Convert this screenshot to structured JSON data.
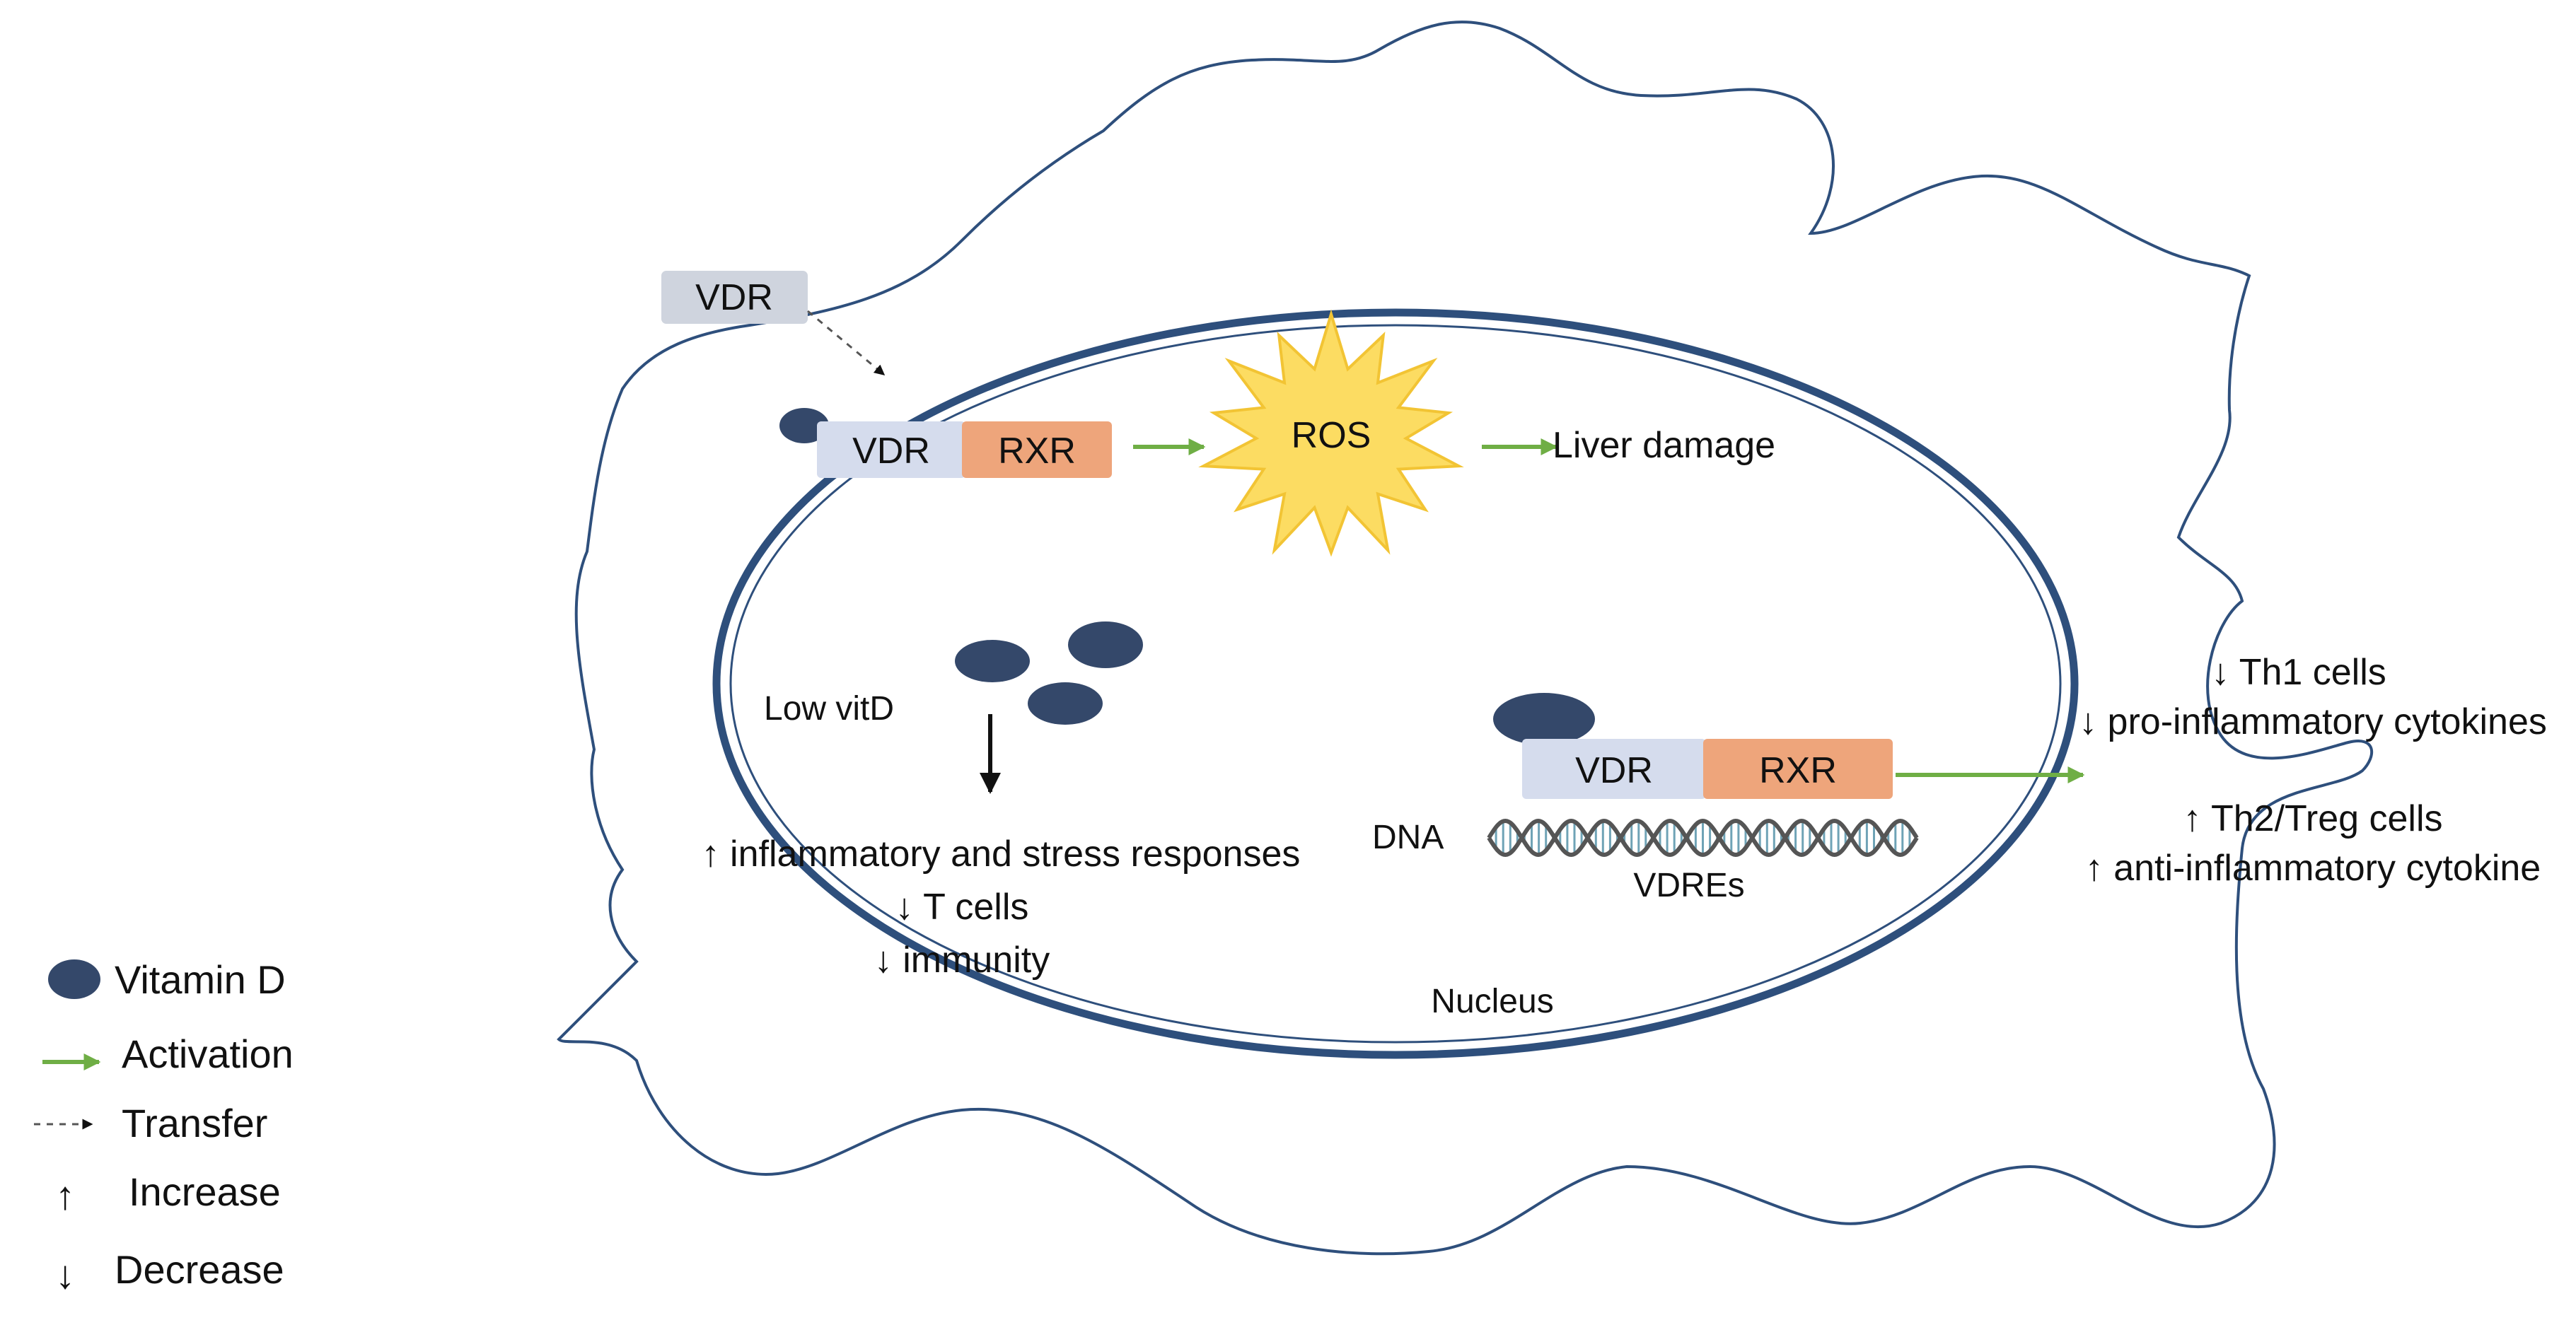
{
  "colors": {
    "membrane": "#2e4f7c",
    "vitamin_d": "#34486a",
    "vdr_box": "#d5dced",
    "vdr_box_top": "#cfd4de",
    "rxr_box": "#eea57b",
    "activation": "#6fae45",
    "ros_fill": "#fcdc62",
    "ros_stroke": "#f2c434",
    "dna": "#555555",
    "dna_rungs": "#6fa3b6"
  },
  "labels": {
    "vdr_outside": "VDR",
    "vdr_top": "VDR",
    "rxr_top": "RXR",
    "ros": "ROS",
    "liver_damage": "Liver damage",
    "low_vitd": "Low vitD",
    "effects_low": [
      "↑ inflammatory and stress responses",
      "↓ T cells",
      "↓ immunity"
    ],
    "dna": "DNA",
    "vdr_bottom": "VDR",
    "rxr_bottom": "RXR",
    "vdres": "VDREs",
    "nucleus": "Nucleus",
    "effects_right": [
      "↓ Th1 cells",
      "↓ pro-inflammatory cytokines",
      "↑ Th2/Treg cells",
      "↑  anti-inflammatory cytokine"
    ]
  },
  "legend": [
    {
      "icon": "vitamin-d",
      "label": "Vitamin D"
    },
    {
      "icon": "activation",
      "label": "Activation"
    },
    {
      "icon": "transfer",
      "label": "Transfer"
    },
    {
      "icon": "increase",
      "label": "Increase",
      "symbol": "↑"
    },
    {
      "icon": "decrease",
      "label": "Decrease",
      "symbol": "↓"
    }
  ]
}
